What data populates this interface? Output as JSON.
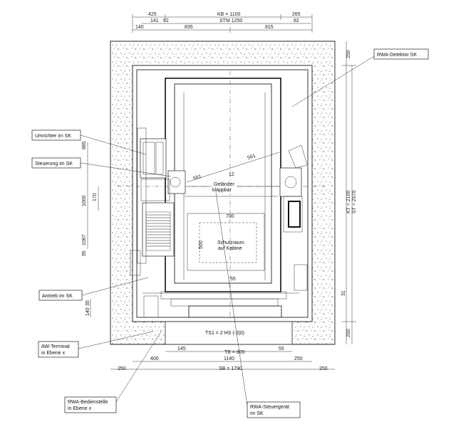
{
  "dims": {
    "top_425": "425",
    "kb": "KB = 1100",
    "top_265": "265",
    "top_141": "141",
    "top_82a": "82",
    "stm": "STM 1250",
    "top_82b": "82",
    "top_140": "140",
    "top_835": "835",
    "top_815": "815",
    "right_250a": "250",
    "kt": "KT = 2100",
    "st": "ST = 2570",
    "right_250b": "250",
    "left_885": "885",
    "left_170": "170",
    "left_1000": "1000",
    "left_1067": "1067",
    "left_95": "95",
    "left_140": "140",
    "left_35": "35",
    "d_561a": "561",
    "d_561b": "561",
    "d_12": "12",
    "d_700": "700",
    "d_500": "500",
    "d_55a": "55",
    "d_31": "31",
    "ts1": "TS1 = 2 HS (-2|0)",
    "bot_145": "145",
    "tb": "TB = 800",
    "bot_55": "55",
    "bot_400": "400",
    "bot_1140": "1140",
    "bot_250a": "250",
    "bot_250b": "250",
    "sb": "SB = 1790",
    "bot_250c": "250"
  },
  "inner": {
    "gelaender_1": "Geländer",
    "gelaender_2": "klappbar",
    "schutz_1": "Schutzraum",
    "schutz_2": "auf Kabine"
  },
  "callouts": {
    "rwa_detektor": "RWA-Detektor SK",
    "umrichter": "Umrichter im SK",
    "steuerung": "Steuerung im SK",
    "antrieb": "Antrieb im SK",
    "aw_terminal_1": "AW-Terminal",
    "aw_terminal_2": "in Ebene x",
    "rwa_bedien_1": "RWA-Bedienstelle",
    "rwa_bedien_2": "in Ebene x",
    "rwa_steuer_1": "RWA-Steuergerät",
    "rwa_steuer_2": "im SK"
  }
}
